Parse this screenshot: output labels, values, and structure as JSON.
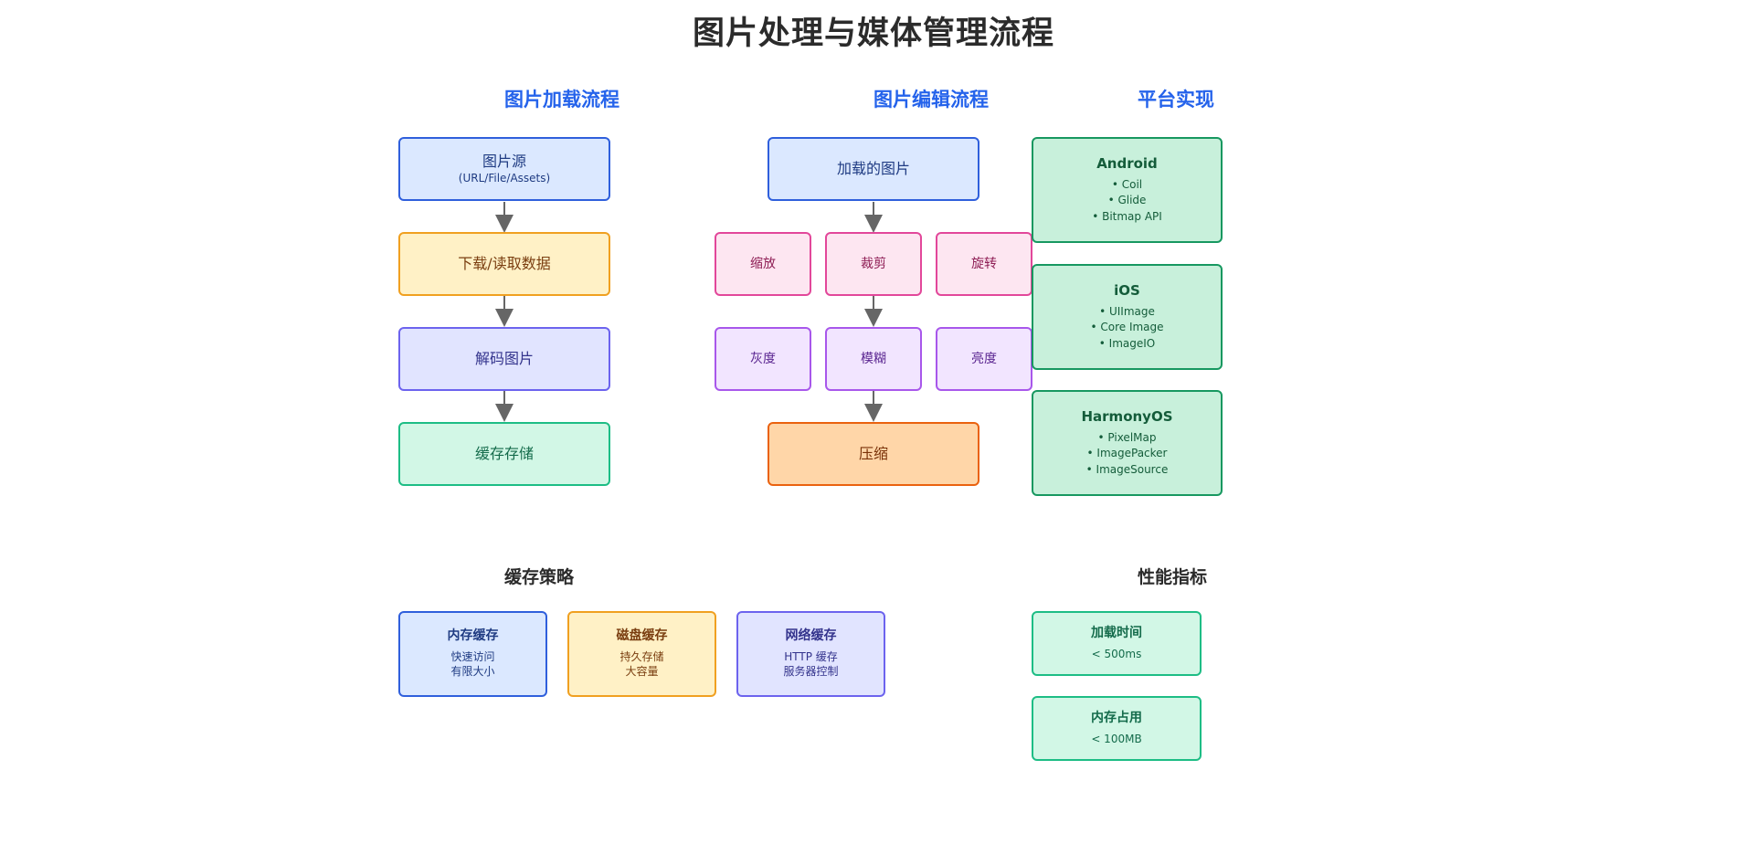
{
  "title": "图片处理与媒体管理流程",
  "sections": {
    "loading": "图片加载流程",
    "editing": "图片编辑流程",
    "platforms": "平台实现",
    "cache": "缓存策略",
    "performance": "性能指标"
  },
  "loading_flow": [
    {
      "label": "图片源",
      "sub": "(URL/File/Assets)"
    },
    {
      "label": "下载/读取数据",
      "sub": ""
    },
    {
      "label": "解码图片",
      "sub": ""
    },
    {
      "label": "缓存存储",
      "sub": ""
    }
  ],
  "editing_flow": {
    "source": "加载的图片",
    "row1": [
      "缩放",
      "裁剪",
      "旋转"
    ],
    "row2": [
      "灰度",
      "模糊",
      "亮度"
    ],
    "output": "压缩"
  },
  "platforms": [
    {
      "name": "Android",
      "items": [
        "• Coil",
        "• Glide",
        "• Bitmap API"
      ]
    },
    {
      "name": "iOS",
      "items": [
        "• UIImage",
        "• Core Image",
        "• ImageIO"
      ]
    },
    {
      "name": "HarmonyOS",
      "items": [
        "• PixelMap",
        "• ImagePacker",
        "• ImageSource"
      ]
    }
  ],
  "cache_strategies": [
    {
      "title": "内存缓存",
      "lines": [
        "快速访问",
        "有限大小"
      ]
    },
    {
      "title": "磁盘缓存",
      "lines": [
        "持久存储",
        "大容量"
      ]
    },
    {
      "title": "网络缓存",
      "lines": [
        "HTTP 缓存",
        "服务器控制"
      ]
    }
  ],
  "performance": [
    {
      "title": "加载时间",
      "value": "< 500ms"
    },
    {
      "title": "内存占用",
      "value": "< 100MB"
    }
  ]
}
